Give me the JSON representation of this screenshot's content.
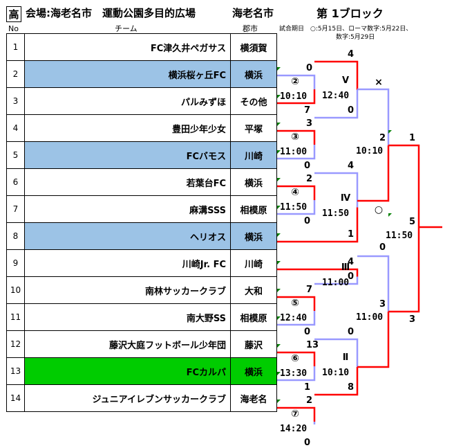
{
  "header": {
    "category": "高",
    "venue": "会場:海老名市　運動公園多目的広場",
    "city": "海老名市",
    "block": "第 1ブロック"
  },
  "columns": {
    "no": "No",
    "team": "チーム",
    "city": "郡市"
  },
  "notes": {
    "line1": "試合期日　○:5月15日、ローマ数字:5月22日、",
    "line2": "数字:5月29日"
  },
  "teams": [
    {
      "no": "1",
      "name": "FC津久井ペガサス",
      "city": "横須賀"
    },
    {
      "no": "2",
      "name": "横浜桜ヶ丘FC",
      "city": "横浜"
    },
    {
      "no": "3",
      "name": "パルみずほ",
      "city": "その他"
    },
    {
      "no": "4",
      "name": "豊田少年少女",
      "city": "平塚"
    },
    {
      "no": "5",
      "name": "FCバモス",
      "city": "川崎"
    },
    {
      "no": "6",
      "name": "若葉台FC",
      "city": "横浜"
    },
    {
      "no": "7",
      "name": "麻溝SSS",
      "city": "相模原"
    },
    {
      "no": "8",
      "name": "ヘリオス",
      "city": "横浜"
    },
    {
      "no": "9",
      "name": "川崎Jr. FC",
      "city": "川崎"
    },
    {
      "no": "10",
      "name": "南林サッカークラブ",
      "city": "大和"
    },
    {
      "no": "11",
      "name": "南大野SS",
      "city": "相模原"
    },
    {
      "no": "12",
      "name": "藤沢大庭フットボール少年団",
      "city": "藤沢"
    },
    {
      "no": "13",
      "name": "FCカルパ",
      "city": "横浜"
    },
    {
      "no": "14",
      "name": "ジュニアイレブンサッカークラブ",
      "city": "海老名"
    }
  ],
  "bracket": {
    "r1": [
      {
        "mark": "②",
        "time": "10:10",
        "score_top": "0",
        "score_bottom": "7"
      },
      {
        "mark": "③",
        "time": "11:00",
        "score_top": "3",
        "score_bottom": "0"
      },
      {
        "mark": "④",
        "time": "11:50",
        "score_top": "2",
        "score_bottom": "0"
      },
      {
        "mark": "⑤",
        "time": "12:40",
        "score_top": "7",
        "score_bottom": "0"
      },
      {
        "mark": "⑥",
        "time": "13:30",
        "score_top": "13",
        "score_bottom": "1"
      },
      {
        "mark": "⑦",
        "time": "14:20",
        "score_top": "2",
        "score_bottom": "0"
      }
    ],
    "r2": [
      {
        "mark": "Ⅴ",
        "time": "12:40",
        "score_top": "4",
        "score_bottom": "0"
      },
      {
        "mark": "Ⅳ",
        "time": "11:50",
        "score_top": "4",
        "score_bottom": "1"
      },
      {
        "mark": "Ⅲ",
        "time": "11:00",
        "score_top": "4",
        "score_bottom": "0"
      },
      {
        "mark": "Ⅱ",
        "time": "10:10",
        "score_top": "0",
        "score_bottom": "8"
      }
    ],
    "r3": [
      {
        "mark": "×",
        "time": "10:10",
        "score_top": "",
        "score_bottom": "2"
      },
      {
        "mark": "○",
        "time": "11:00",
        "score_top": "0",
        "score_bottom": "3"
      }
    ],
    "final": {
      "time": "11:50",
      "score_top": "1",
      "score_mid": "5",
      "score_bottom": "3"
    },
    "colors": {
      "winner": "#ff0000",
      "loser": "#9999ff",
      "tick": "#008000"
    }
  }
}
